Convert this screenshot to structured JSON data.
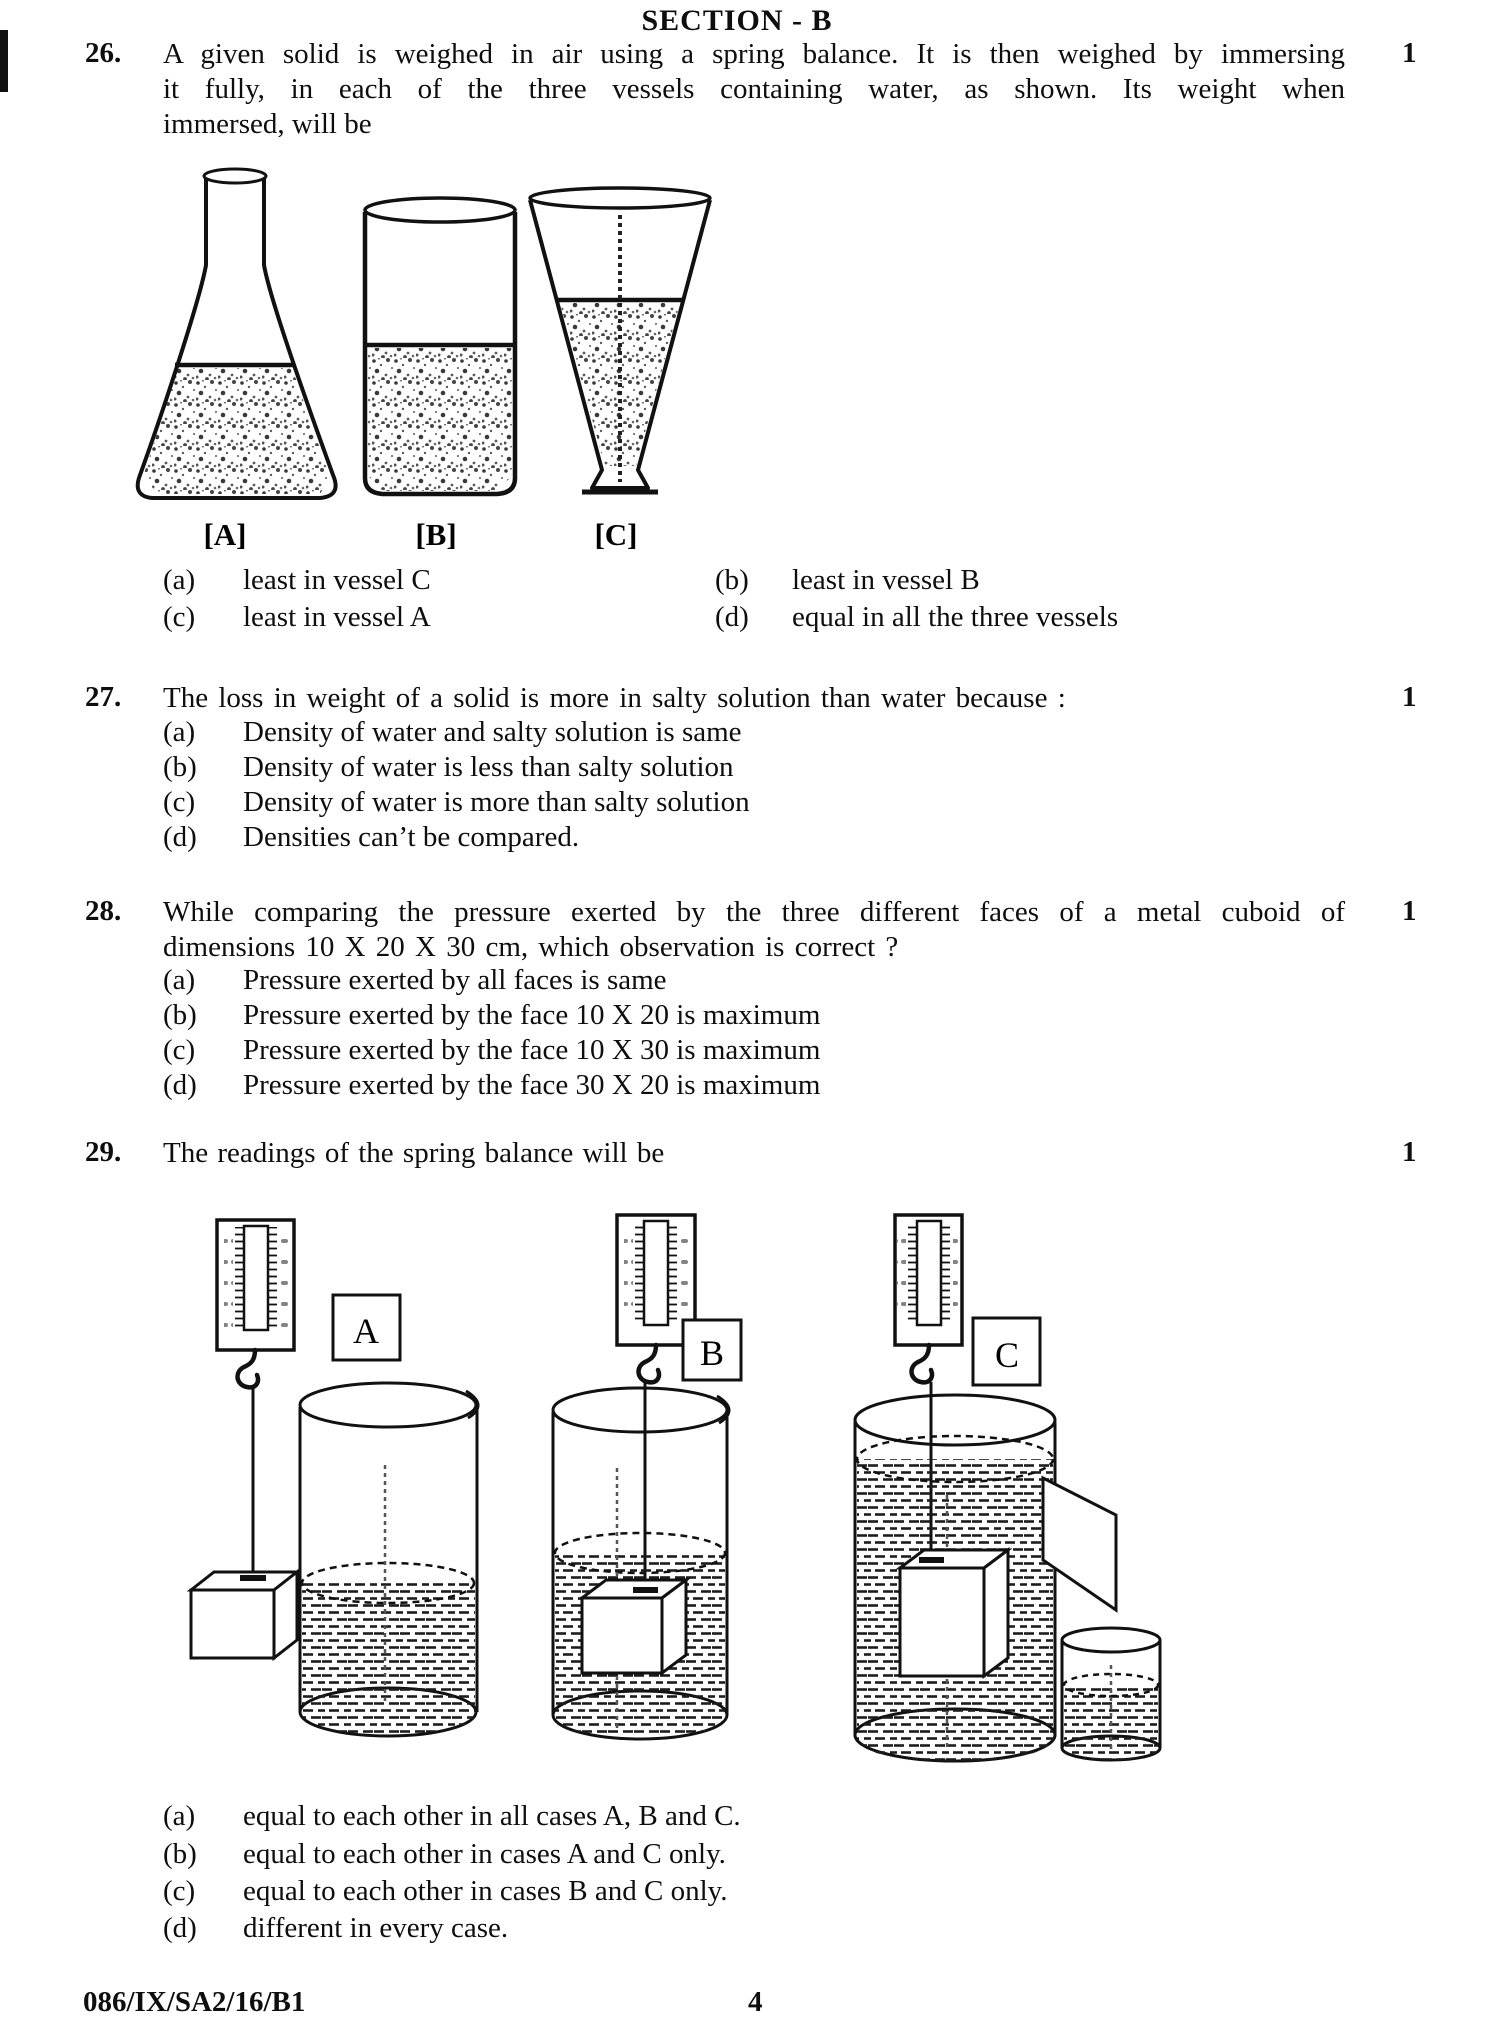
{
  "header": {
    "section_title": "SECTION - B"
  },
  "footer": {
    "code": "086/IX/SA2/16/B1",
    "page_number": "4"
  },
  "q26": {
    "number": "26.",
    "marks": "1",
    "lines": [
      "A given solid is weighed in air using a spring balance.  It is then weighed by immersing",
      "it fully, in each of the three vessels containing water, as shown.  Its weight when",
      "immersed, will be"
    ],
    "figure_labels": [
      "[A]",
      "[B]",
      "[C]"
    ],
    "options": [
      {
        "label": "(a)",
        "text": "least in vessel C"
      },
      {
        "label": "(b)",
        "text": "least in vessel B"
      },
      {
        "label": "(c)",
        "text": "least in vessel A"
      },
      {
        "label": "(d)",
        "text": "equal in all the three vessels"
      }
    ]
  },
  "q27": {
    "number": "27.",
    "marks": "1",
    "line": "The loss in weight of a solid is more in salty solution than water because :",
    "options": [
      {
        "label": "(a)",
        "text": "Density of water and salty solution is same"
      },
      {
        "label": "(b)",
        "text": "Density of water is less than salty solution"
      },
      {
        "label": "(c)",
        "text": "Density of water is more than salty solution"
      },
      {
        "label": "(d)",
        "text": "Densities can’t be compared."
      }
    ]
  },
  "q28": {
    "number": "28.",
    "marks": "1",
    "lines": [
      "While comparing the pressure exerted by the three different faces of a metal cuboid of",
      "dimensions 10 X 20 X 30 cm, which observation is correct ?"
    ],
    "options": [
      {
        "label": "(a)",
        "text": "Pressure exerted by all faces is same"
      },
      {
        "label": "(b)",
        "text": "Pressure exerted by the face 10 X 20 is maximum"
      },
      {
        "label": "(c)",
        "text": "Pressure exerted by the face 10 X 30 is maximum"
      },
      {
        "label": "(d)",
        "text": "Pressure exerted by the face 30 X 20 is maximum"
      }
    ]
  },
  "q29": {
    "number": "29.",
    "marks": "1",
    "line": "The readings of the spring balance will be",
    "figure_labels": [
      "A",
      "B",
      "C"
    ],
    "options": [
      {
        "label": "(a)",
        "text": "equal to each other in all cases A, B and C."
      },
      {
        "label": "(b)",
        "text": "equal to each other in cases A and C only."
      },
      {
        "label": "(c)",
        "text": "equal to each other in cases B and C only."
      },
      {
        "label": "(d)",
        "text": "different in every case."
      }
    ]
  }
}
